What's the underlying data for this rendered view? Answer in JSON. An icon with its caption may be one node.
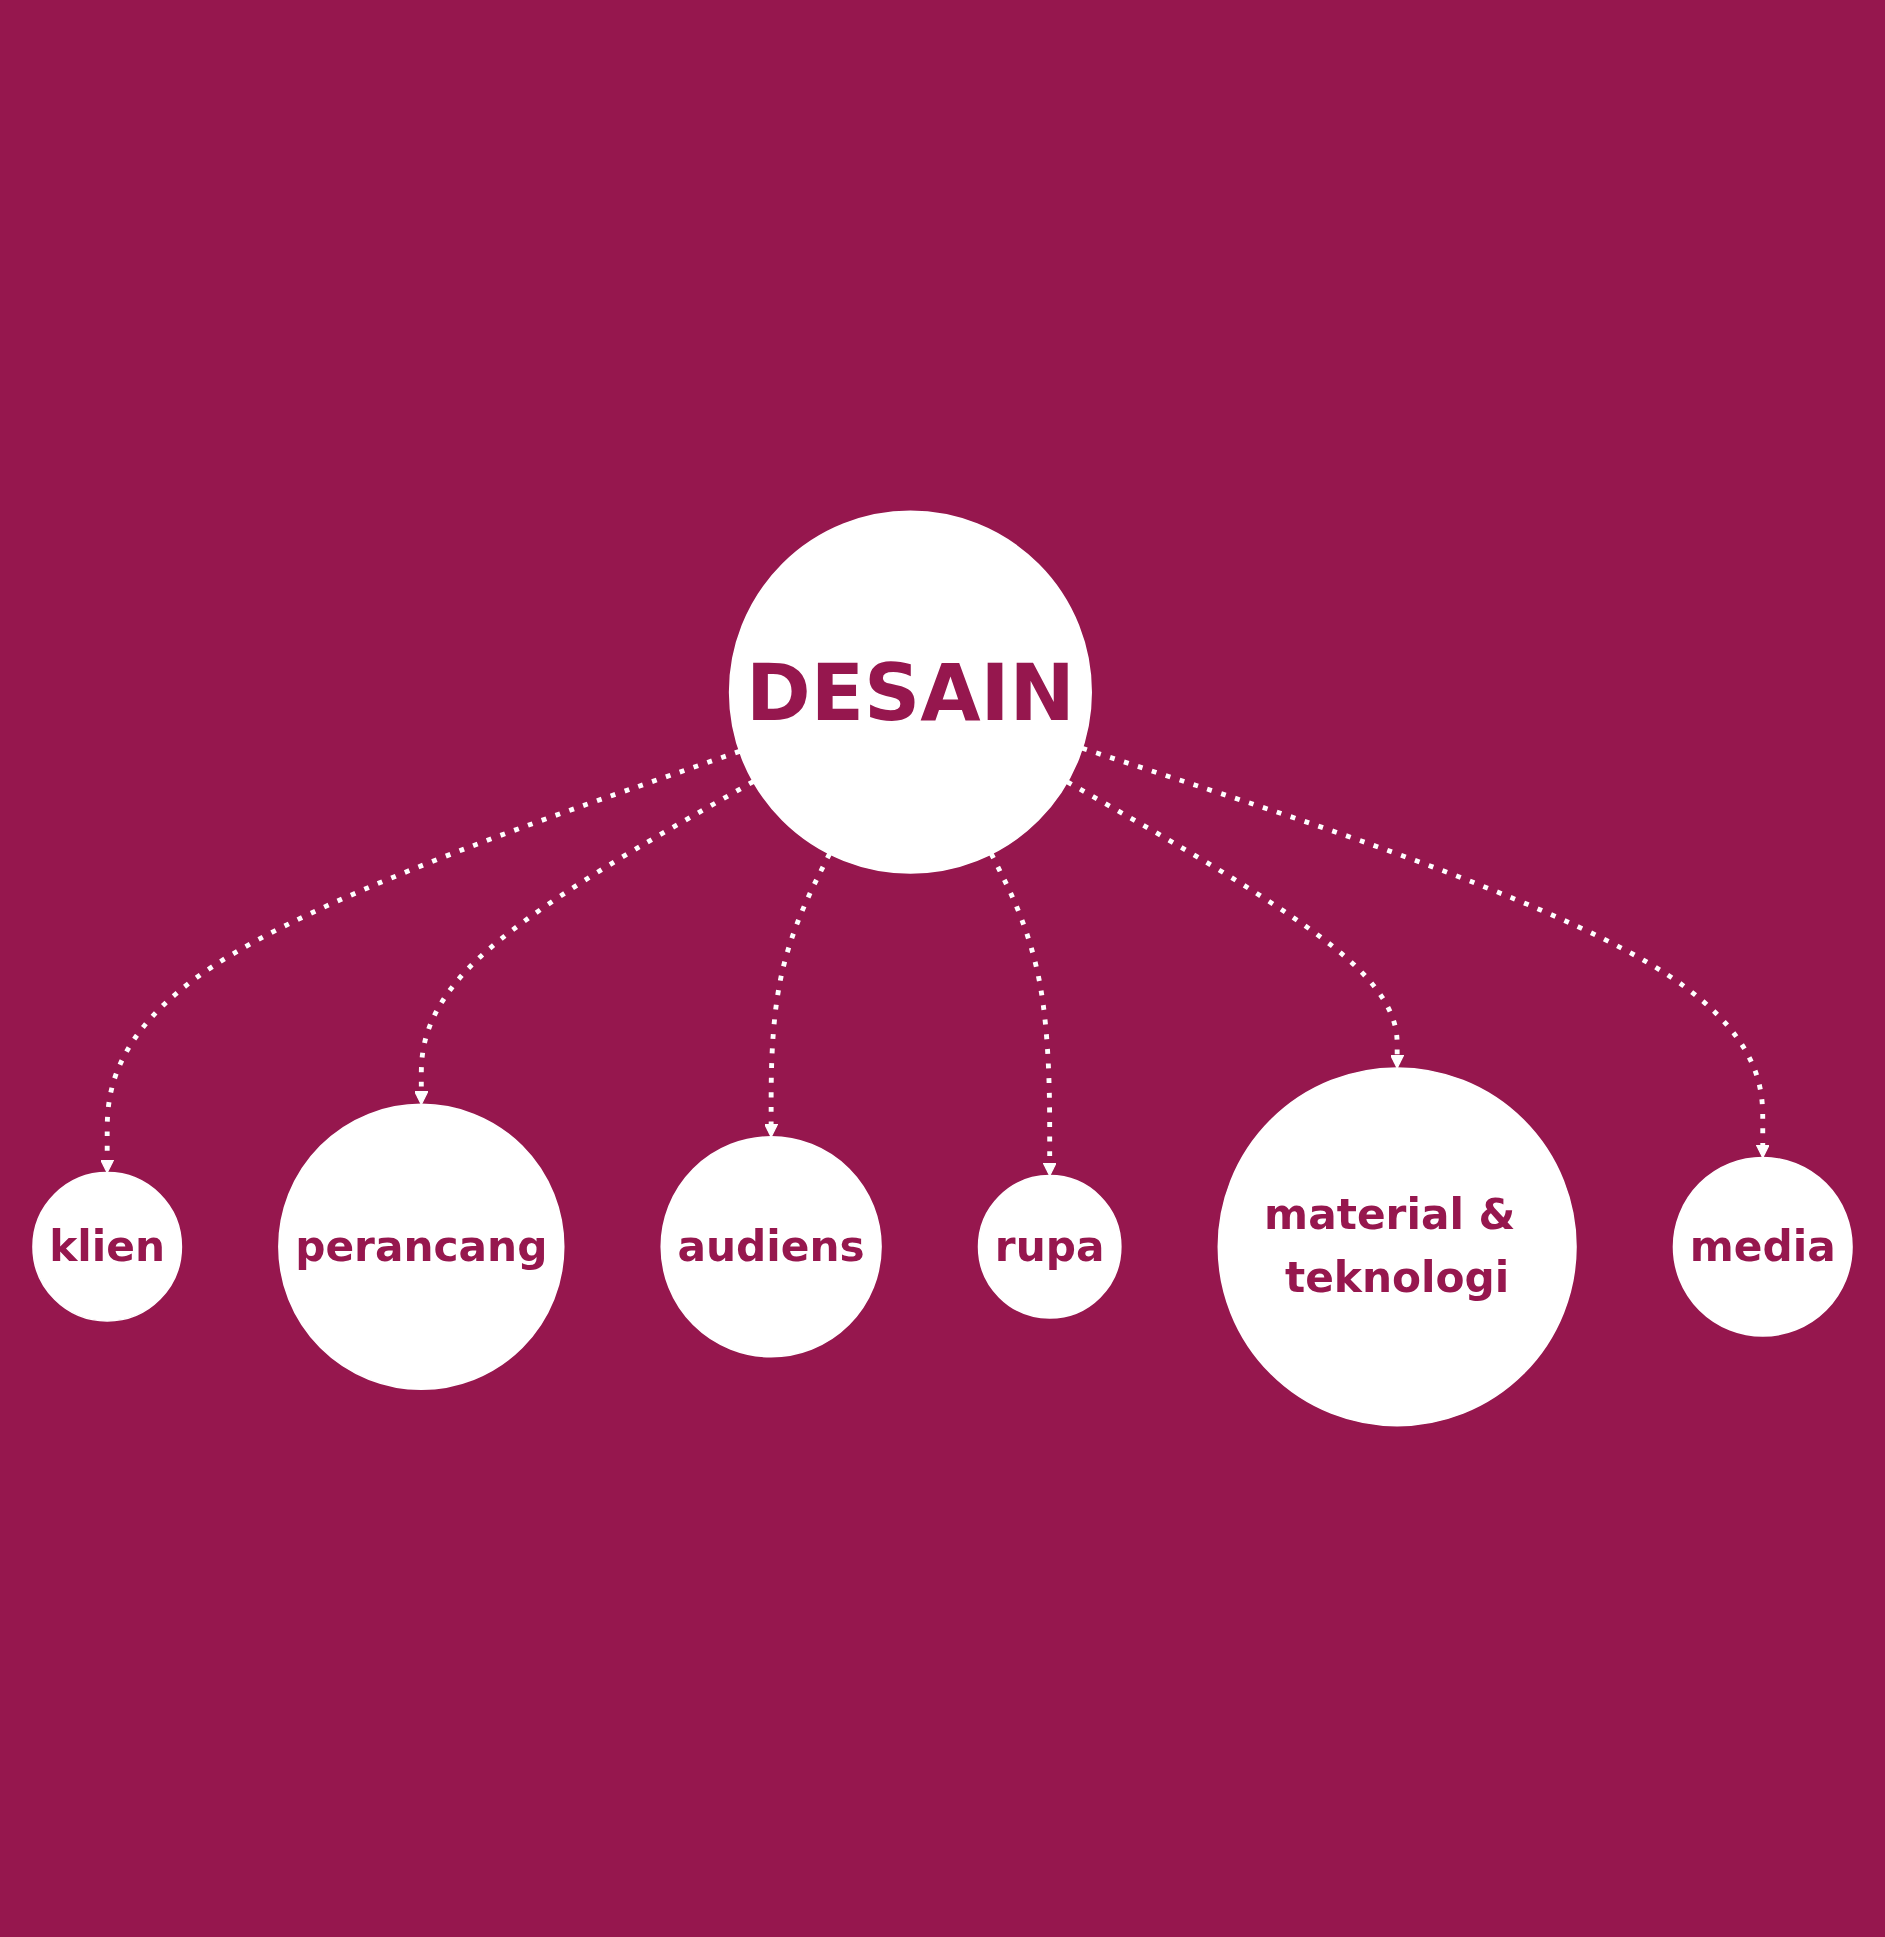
{
  "diagram": {
    "nodes": [
      {
        "text": [
          "klien"
        ]
      },
      {
        "text": [
          "perancang"
        ]
      },
      {
        "text": [
          "audiens"
        ]
      },
      {
        "text": [
          "DESAIN"
        ]
      },
      {
        "text": [
          "rupa"
        ]
      },
      {
        "text": [
          "material & teknologi"
        ]
      },
      {
        "text": [
          "media"
        ]
      }
    ],
    "edges": [
      {
        "from": 3,
        "to": 0,
        "arrow": "to",
        "style": "dashed"
      },
      {
        "from": 3,
        "to": 1,
        "arrow": "to",
        "style": "dashed"
      },
      {
        "from": 3,
        "to": 2,
        "arrow": "to",
        "style": "dashed"
      },
      {
        "from": 3,
        "to": 4,
        "arrow": "to",
        "style": "dashed"
      },
      {
        "from": 3,
        "to": 5,
        "arrow": "to",
        "style": "dashed"
      },
      {
        "from": 3,
        "to": 6,
        "arrow": "to",
        "style": "dashed"
      }
    ]
  }
}
